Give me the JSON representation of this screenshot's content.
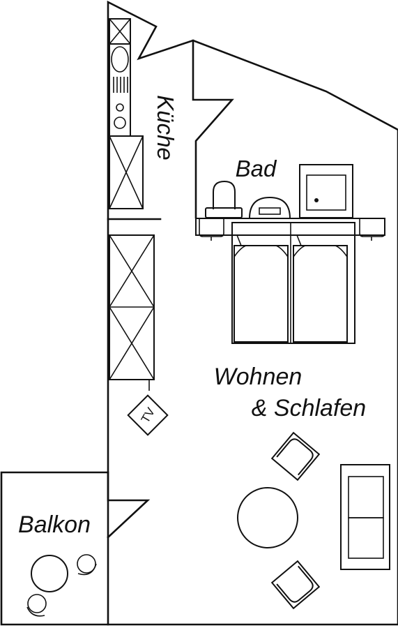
{
  "rooms": {
    "kitchen": "Küche",
    "bath": "Bad",
    "living_line1": "Wohnen",
    "living_line2": "& Schlafen",
    "balcony": "Balkon"
  },
  "fixtures": {
    "tv": "TV"
  },
  "colors": {
    "line": "#111111",
    "background": "#ffffff"
  }
}
